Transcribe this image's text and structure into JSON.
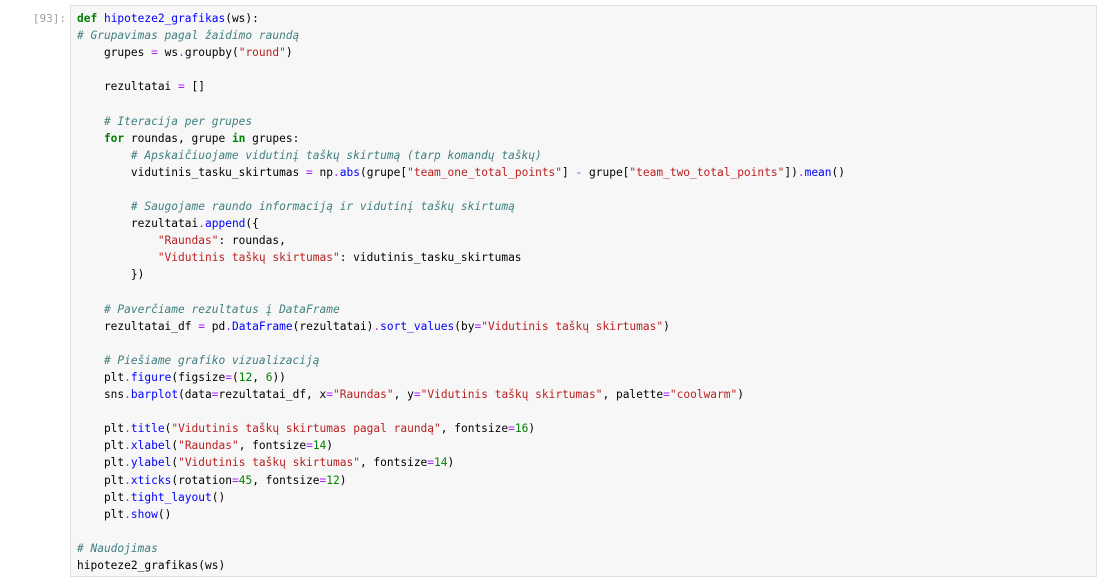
{
  "cell": {
    "prompt": "[93]:"
  },
  "code": {
    "lines": [
      [
        [
          "k",
          "def "
        ],
        [
          "f",
          "hipoteze2_grafikas"
        ],
        [
          "t",
          "(ws):"
        ]
      ],
      [
        [
          "c",
          "# Grupavimas pagal žaidimo raundą"
        ]
      ],
      [
        [
          "t",
          "    grupes "
        ],
        [
          "o",
          "="
        ],
        [
          "t",
          " ws"
        ],
        [
          "o",
          "."
        ],
        [
          "t",
          "groupby("
        ],
        [
          "s",
          "\"round\""
        ],
        [
          "t",
          ")"
        ]
      ],
      [],
      [
        [
          "t",
          "    rezultatai "
        ],
        [
          "o",
          "="
        ],
        [
          "t",
          " []"
        ]
      ],
      [],
      [
        [
          "c",
          "    # Iteracija per grupes"
        ]
      ],
      [
        [
          "k",
          "    for"
        ],
        [
          "t",
          " roundas, grupe "
        ],
        [
          "k",
          "in"
        ],
        [
          "t",
          " grupes:"
        ]
      ],
      [
        [
          "c",
          "        # Apskaičiuojame vidutinį taškų skirtumą (tarp komandų taškų)"
        ]
      ],
      [
        [
          "t",
          "        vidutinis_tasku_skirtumas "
        ],
        [
          "o",
          "="
        ],
        [
          "t",
          " np"
        ],
        [
          "o",
          "."
        ],
        [
          "f",
          "abs"
        ],
        [
          "t",
          "(grupe["
        ],
        [
          "s",
          "\"team_one_total_points\""
        ],
        [
          "t",
          "] "
        ],
        [
          "o",
          "-"
        ],
        [
          "t",
          " grupe["
        ],
        [
          "s",
          "\"team_two_total_points\""
        ],
        [
          "t",
          "])"
        ],
        [
          "o",
          "."
        ],
        [
          "f",
          "mean"
        ],
        [
          "t",
          "()"
        ]
      ],
      [],
      [
        [
          "c",
          "        # Saugojame raundo informaciją ir vidutinį taškų skirtumą"
        ]
      ],
      [
        [
          "t",
          "        rezultatai"
        ],
        [
          "o",
          "."
        ],
        [
          "f",
          "append"
        ],
        [
          "t",
          "({"
        ]
      ],
      [
        [
          "s",
          "            \"Raundas\""
        ],
        [
          "t",
          ": roundas,"
        ]
      ],
      [
        [
          "s",
          "            \"Vidutinis taškų skirtumas\""
        ],
        [
          "t",
          ": vidutinis_tasku_skirtumas"
        ]
      ],
      [
        [
          "t",
          "        })"
        ]
      ],
      [],
      [
        [
          "c",
          "    # Paverčiame rezultatus į DataFrame"
        ]
      ],
      [
        [
          "t",
          "    rezultatai_df "
        ],
        [
          "o",
          "="
        ],
        [
          "t",
          " pd"
        ],
        [
          "o",
          "."
        ],
        [
          "f",
          "DataFrame"
        ],
        [
          "t",
          "(rezultatai)"
        ],
        [
          "o",
          "."
        ],
        [
          "f",
          "sort_values"
        ],
        [
          "t",
          "(by"
        ],
        [
          "o",
          "="
        ],
        [
          "s",
          "\"Vidutinis taškų skirtumas\""
        ],
        [
          "t",
          ")"
        ]
      ],
      [],
      [
        [
          "c",
          "    # Piešiame grafiko vizualizaciją"
        ]
      ],
      [
        [
          "t",
          "    plt"
        ],
        [
          "o",
          "."
        ],
        [
          "f",
          "figure"
        ],
        [
          "t",
          "(figsize"
        ],
        [
          "o",
          "="
        ],
        [
          "t",
          "("
        ],
        [
          "n",
          "12"
        ],
        [
          "t",
          ", "
        ],
        [
          "n",
          "6"
        ],
        [
          "t",
          "))"
        ]
      ],
      [
        [
          "t",
          "    sns"
        ],
        [
          "o",
          "."
        ],
        [
          "f",
          "barplot"
        ],
        [
          "t",
          "(data"
        ],
        [
          "o",
          "="
        ],
        [
          "t",
          "rezultatai_df, x"
        ],
        [
          "o",
          "="
        ],
        [
          "s",
          "\"Raundas\""
        ],
        [
          "t",
          ", y"
        ],
        [
          "o",
          "="
        ],
        [
          "s",
          "\"Vidutinis taškų skirtumas\""
        ],
        [
          "t",
          ", palette"
        ],
        [
          "o",
          "="
        ],
        [
          "s",
          "\"coolwarm\""
        ],
        [
          "t",
          ")"
        ]
      ],
      [],
      [
        [
          "t",
          "    plt"
        ],
        [
          "o",
          "."
        ],
        [
          "f",
          "title"
        ],
        [
          "t",
          "("
        ],
        [
          "s",
          "\"Vidutinis taškų skirtumas pagal raundą\""
        ],
        [
          "t",
          ", fontsize"
        ],
        [
          "o",
          "="
        ],
        [
          "n",
          "16"
        ],
        [
          "t",
          ")"
        ]
      ],
      [
        [
          "t",
          "    plt"
        ],
        [
          "o",
          "."
        ],
        [
          "f",
          "xlabel"
        ],
        [
          "t",
          "("
        ],
        [
          "s",
          "\"Raundas\""
        ],
        [
          "t",
          ", fontsize"
        ],
        [
          "o",
          "="
        ],
        [
          "n",
          "14"
        ],
        [
          "t",
          ")"
        ]
      ],
      [
        [
          "t",
          "    plt"
        ],
        [
          "o",
          "."
        ],
        [
          "f",
          "ylabel"
        ],
        [
          "t",
          "("
        ],
        [
          "s",
          "\"Vidutinis taškų skirtumas\""
        ],
        [
          "t",
          ", fontsize"
        ],
        [
          "o",
          "="
        ],
        [
          "n",
          "14"
        ],
        [
          "t",
          ")"
        ]
      ],
      [
        [
          "t",
          "    plt"
        ],
        [
          "o",
          "."
        ],
        [
          "f",
          "xticks"
        ],
        [
          "t",
          "(rotation"
        ],
        [
          "o",
          "="
        ],
        [
          "n",
          "45"
        ],
        [
          "t",
          ", fontsize"
        ],
        [
          "o",
          "="
        ],
        [
          "n",
          "12"
        ],
        [
          "t",
          ")"
        ]
      ],
      [
        [
          "t",
          "    plt"
        ],
        [
          "o",
          "."
        ],
        [
          "f",
          "tight_layout"
        ],
        [
          "t",
          "()"
        ]
      ],
      [
        [
          "t",
          "    plt"
        ],
        [
          "o",
          "."
        ],
        [
          "f",
          "show"
        ],
        [
          "t",
          "()"
        ]
      ],
      [],
      [
        [
          "c",
          "# Naudojimas"
        ]
      ],
      [
        [
          "t",
          "hipoteze2_grafikas(ws)"
        ]
      ]
    ]
  }
}
